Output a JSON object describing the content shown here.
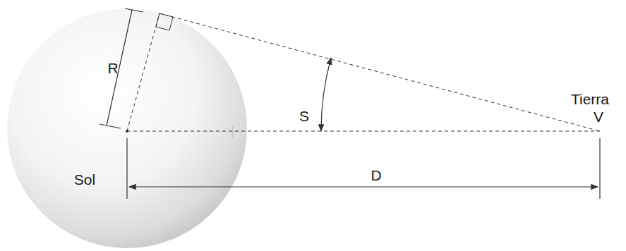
{
  "diagram": {
    "labels": [
      "R",
      "S",
      "Sol",
      "Tierra",
      "V",
      "D"
    ]
  }
}
